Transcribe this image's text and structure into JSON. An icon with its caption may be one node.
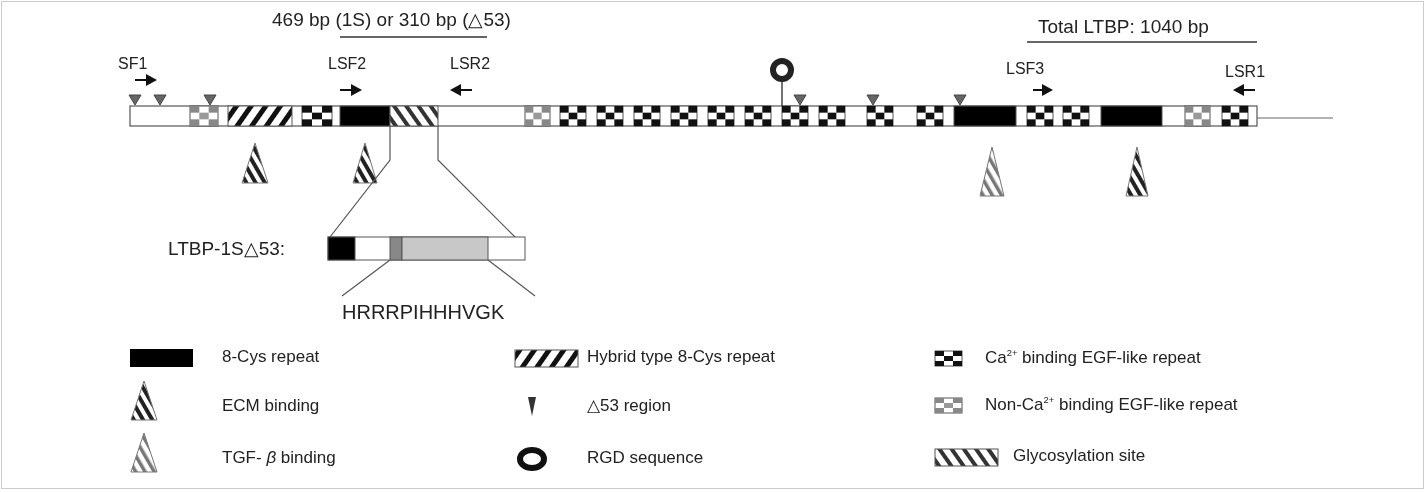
{
  "diagram": {
    "labels": [
      "469 bp (1S) or 310 bp (△53)",
      "Total LTBP: 1040 bp",
      "SF1",
      "LSF2",
      "LSR2",
      "LSF3",
      "LSR1",
      "LTBP-1S△53:",
      "HRRRPIHHHVGK"
    ],
    "legend": [
      {
        "text": "8-Cys repeat",
        "color": "#000000"
      },
      {
        "text": "ECM binding"
      },
      {
        "text": "TGF- *β* binding"
      },
      {
        "text": "Hybrid type 8-Cys repeat"
      },
      {
        "text": "△53 region"
      },
      {
        "text": "RGD sequence"
      },
      {
        "text": "Ca$^{2+}$ binding EGF-like repeat"
      },
      {
        "text": "Non-Ca$^{2+}$ binding EGF-like repeat"
      },
      {
        "text": "Glycosylation site"
      }
    ]
  }
}
